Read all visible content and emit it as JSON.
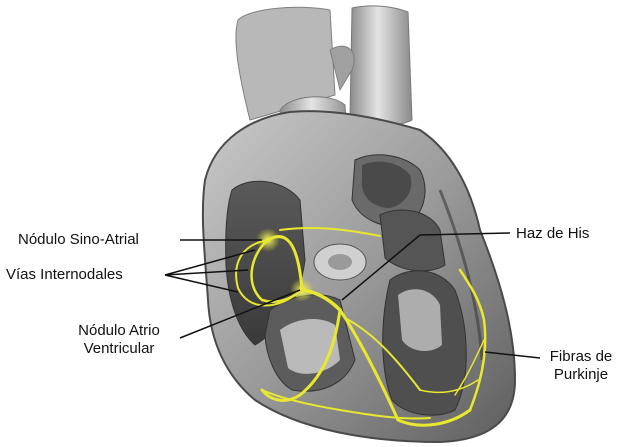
{
  "labels": {
    "sinoatrial": "Nódulo Sino-Atrial",
    "internodal": "Vías Internodales",
    "av_node_line1": "Nódulo Atrio",
    "av_node_line2": "Ventricular",
    "his": "Haz de His",
    "purkinje_line1": "Fibras de",
    "purkinje_line2": "Purkinje"
  },
  "colors": {
    "conduction": "#e8e830",
    "muscle": "#7a7a7a",
    "background": "#ffffff"
  }
}
